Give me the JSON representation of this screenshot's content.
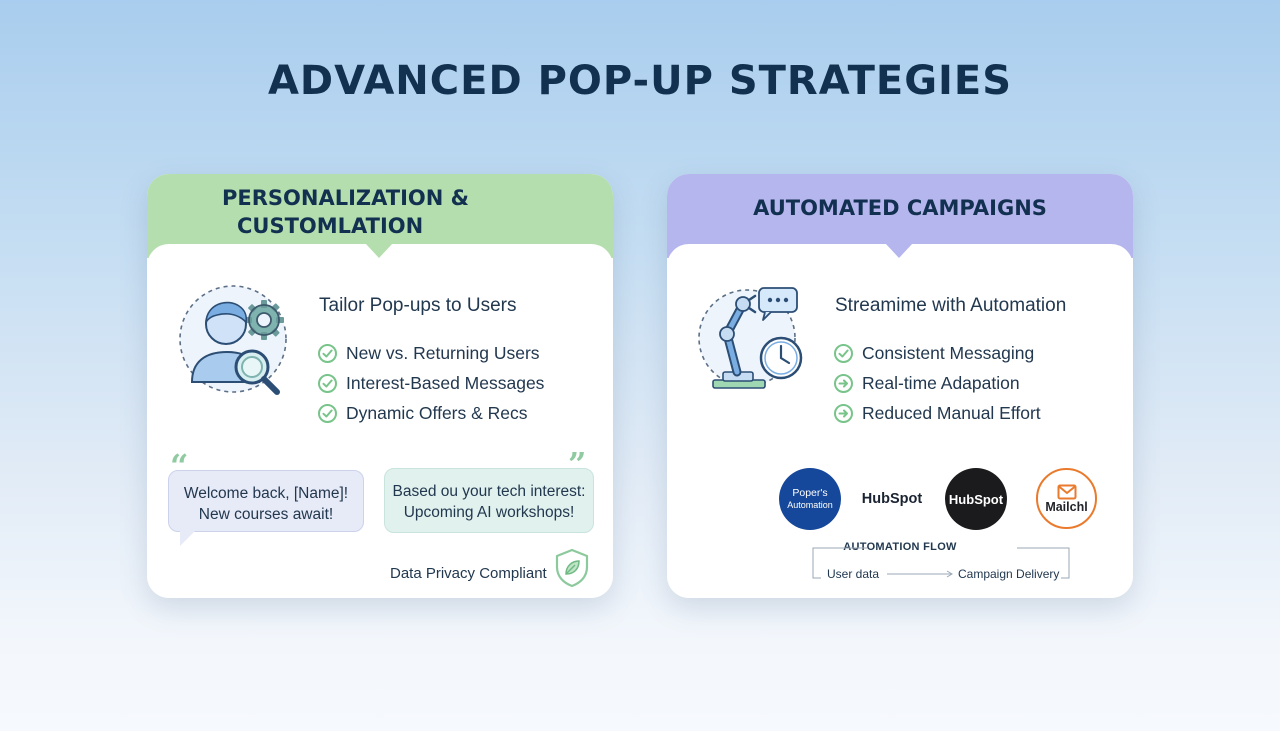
{
  "title": "ADVANCED POP-UP STRATEGIES",
  "left_card": {
    "title_line1": "PERSONALIZATION &",
    "title_line2": "CUSTOMLATION",
    "subtitle": "Tailor Pop-ups to Users",
    "items": [
      "New vs. Returning Users",
      "Interest-Based Messages",
      "Dynamic Offers & Recs"
    ],
    "bubble_one_line1": "Welcome back, [Name]!",
    "bubble_one_line2": "New courses await!",
    "bubble_two_line1": "Based ou your tech interest:",
    "bubble_two_line2": "Upcoming AI workshops!",
    "open_quote": "“",
    "close_quote": "”",
    "privacy": "Data Privacy Compliant"
  },
  "right_card": {
    "title": "AUTOMATED CAMPAIGNS",
    "subtitle": "Streamime with Automation",
    "items": [
      "Consistent Messaging",
      "Real-time Adapation",
      "Reduced Manual Effort"
    ],
    "logos": {
      "logo1_line1": "Poper's",
      "logo1_line2": "Automation",
      "logo2": "HubSpot",
      "logo3": "HubSpot",
      "logo4": "Mailchl"
    },
    "flow_title": "AUTOMATION FLOW",
    "flow_from": "User data",
    "flow_to": "Campaign Delivery"
  },
  "colors": {
    "left_header": "#b5deae",
    "right_header": "#b5b6ee",
    "check_green": "#78c48a",
    "title_navy": "#12304f"
  }
}
